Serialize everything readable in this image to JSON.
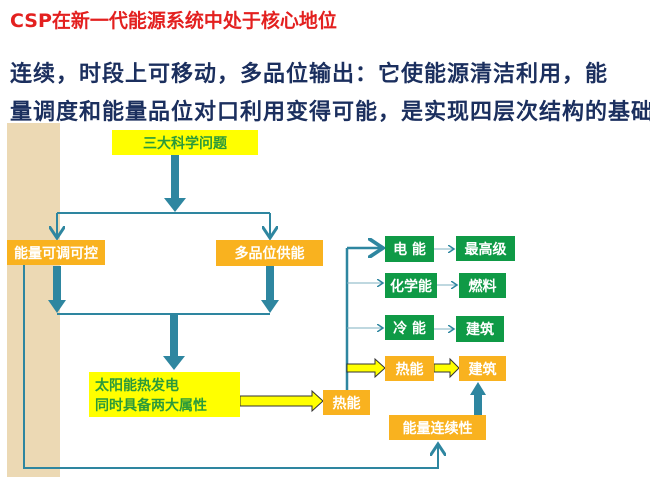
{
  "header": {
    "title": "CSP在新一代能源系统中处于核心地位",
    "line1": "连续，时段上可移动，多品位输出：它使能源清洁利用，能",
    "line2": "量调度和能量品位对口利用变得可能，是实现四层次结构的基础。"
  },
  "diagram": {
    "top": "三大科学问题",
    "left": "能量可调可控",
    "right": "多品位供能",
    "solar_line1": "太阳能热发电",
    "solar_line2": "同时具备两大属性",
    "heat": "热能",
    "outputs": [
      {
        "source": "电 能",
        "target": "最高级"
      },
      {
        "source": "化学能",
        "target": "燃料"
      },
      {
        "source": "冷 能",
        "target": "建筑"
      },
      {
        "source": "热能",
        "target": "建筑"
      }
    ],
    "continuity": "能量连续性"
  },
  "colors": {
    "yellow": "#ffff00",
    "orange": "#f9b21f",
    "green": "#0f9a46",
    "arrow": "#2e86a0",
    "title": "#e3201f"
  }
}
